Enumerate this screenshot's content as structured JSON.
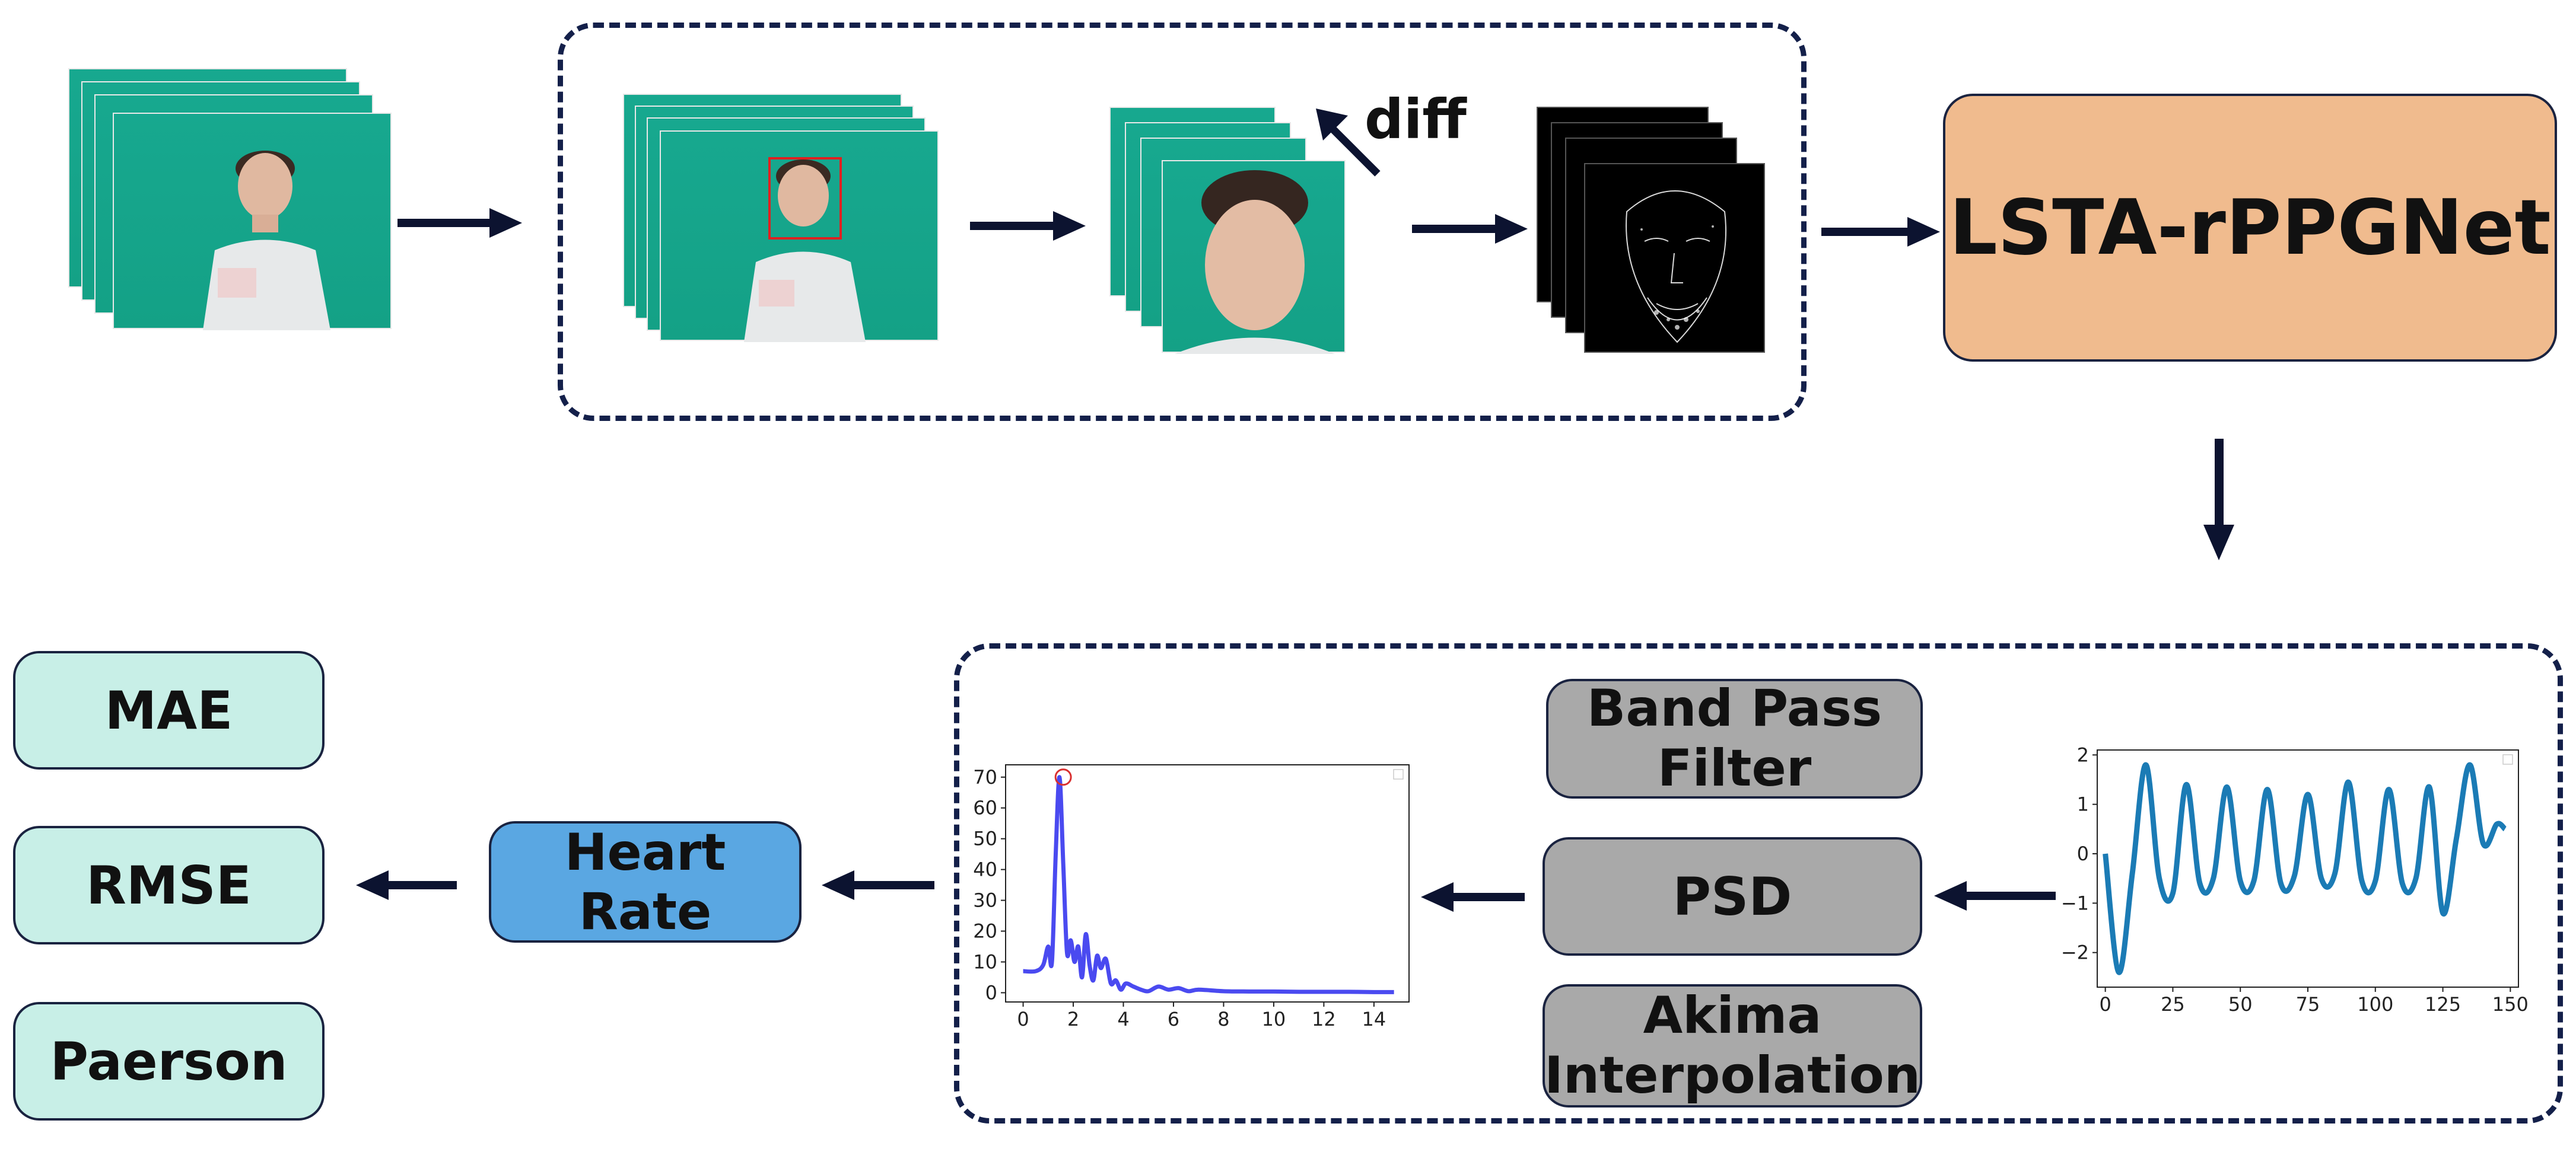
{
  "top_row": {
    "diff_label": "diff",
    "model_label": "LSTA-rPPGNet"
  },
  "processing": {
    "band_pass": "Band Pass\nFilter",
    "psd": "PSD",
    "akima": "Akima\nInterpolation"
  },
  "heart_rate_label": "Heart Rate",
  "metrics": [
    "MAE",
    "RMSE",
    "Paerson"
  ],
  "colors": {
    "dash": "#14204a",
    "model_fill": "#f0bb8e",
    "heart_rate_fill": "#5aa7e2",
    "metric_fill": "#c8efe7",
    "gray_fill": "#a9a9a9",
    "signal_line": "#1b7bb5",
    "psd_line": "#4a4af0",
    "peak_circle": "#d93030"
  },
  "chart_data": [
    {
      "type": "line",
      "name": "rppg-signal",
      "x": [
        0,
        5,
        10,
        15,
        20,
        25,
        30,
        35,
        40,
        45,
        50,
        55,
        60,
        65,
        70,
        75,
        80,
        85,
        90,
        95,
        100,
        105,
        110,
        115,
        120,
        125,
        130,
        135,
        140,
        145,
        148
      ],
      "y": [
        0,
        -2.4,
        -0.4,
        1.8,
        -0.5,
        -0.8,
        1.4,
        -0.6,
        -0.5,
        1.35,
        -0.55,
        -0.55,
        1.3,
        -0.6,
        -0.45,
        1.2,
        -0.5,
        -0.4,
        1.45,
        -0.55,
        -0.55,
        1.3,
        -0.6,
        -0.5,
        1.35,
        -1.2,
        0.3,
        1.8,
        0.2,
        0.6,
        0.5
      ],
      "xlim": [
        -3,
        153
      ],
      "ylim": [
        -2.7,
        2.1
      ],
      "xticks": [
        0,
        25,
        50,
        75,
        100,
        125,
        150
      ],
      "yticks": [
        2,
        1,
        0,
        -1,
        -2
      ]
    },
    {
      "type": "line",
      "name": "psd-spectrum",
      "x": [
        0,
        0.5,
        0.8,
        1.0,
        1.15,
        1.3,
        1.45,
        1.6,
        1.75,
        1.9,
        2.05,
        2.2,
        2.35,
        2.5,
        2.65,
        2.8,
        2.95,
        3.1,
        3.3,
        3.5,
        3.7,
        3.9,
        4.1,
        4.4,
        4.7,
        5.0,
        5.4,
        5.8,
        6.2,
        6.6,
        7,
        8,
        9,
        10,
        11,
        12,
        13,
        14,
        14.8
      ],
      "y": [
        7,
        7,
        9,
        15,
        10,
        45,
        70,
        42,
        13,
        17,
        10,
        15,
        5,
        19,
        9,
        4,
        12,
        8,
        11,
        3,
        4,
        1,
        3,
        2,
        1,
        0.5,
        2,
        1,
        1.5,
        0.5,
        1,
        0.5,
        0.4,
        0.4,
        0.3,
        0.3,
        0.3,
        0.2,
        0.2
      ],
      "xlim": [
        -0.7,
        15.4
      ],
      "ylim": [
        -3,
        74
      ],
      "xticks": [
        0,
        2,
        4,
        6,
        8,
        10,
        12,
        14
      ],
      "yticks": [
        0,
        10,
        20,
        30,
        40,
        50,
        60,
        70
      ],
      "peak": {
        "x": 1.6,
        "y": 70
      }
    }
  ]
}
